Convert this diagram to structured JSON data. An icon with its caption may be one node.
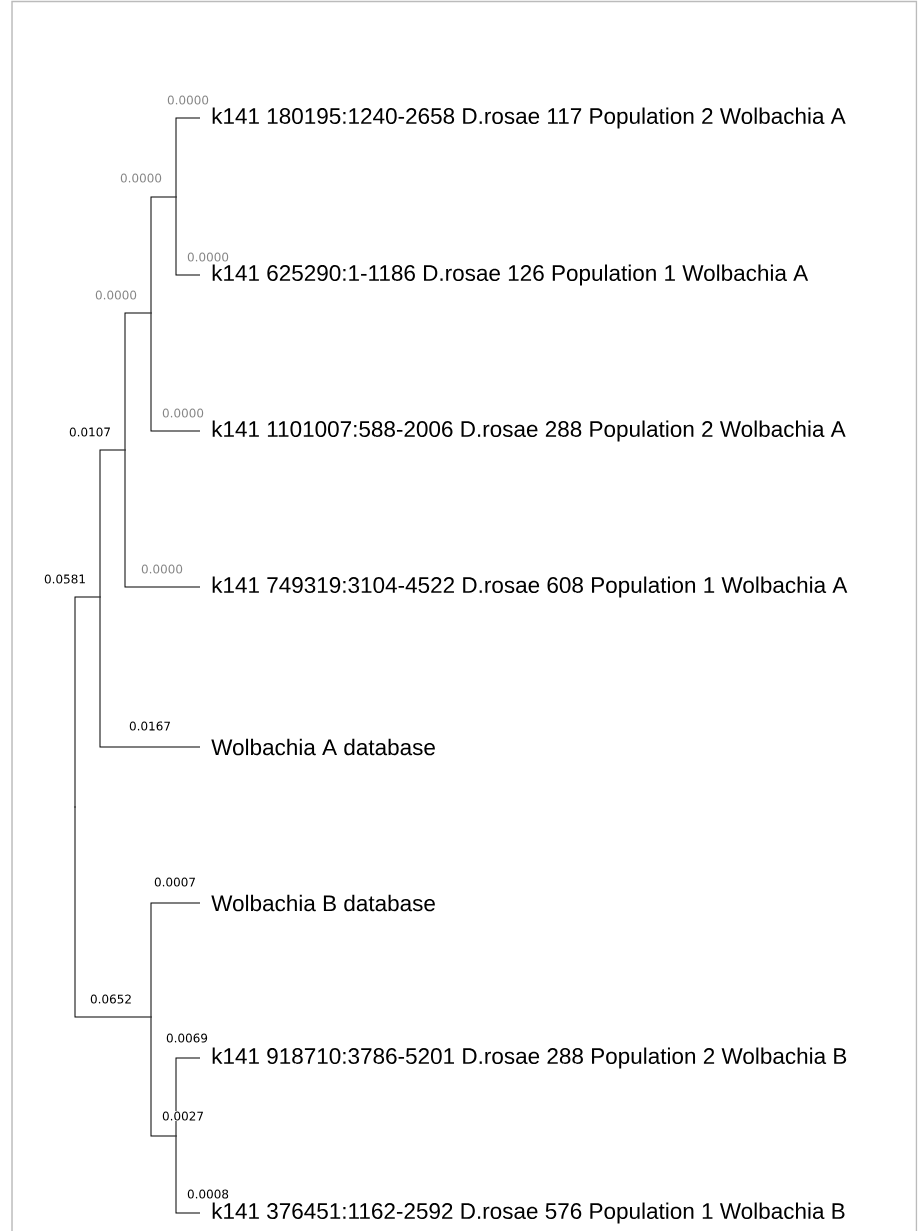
{
  "diagram": {
    "nodes": [
      {
        "text": [],
        "shape": "point"
      },
      {
        "text": [],
        "shape": "point"
      },
      {
        "text": [],
        "shape": "point"
      },
      {
        "text": [],
        "shape": "point"
      },
      {
        "text": [],
        "shape": "point"
      },
      {
        "text": [
          "k141 180195:1240-2658 D.rosae 117 Population 2 Wolbachia A"
        ]
      },
      {
        "text": [
          "k141 625290:1-1186 D.rosae 126 Population 1 Wolbachia A"
        ]
      },
      {
        "text": [
          "k141 1101007:588-2006 D.rosae 288 Population 2 Wolbachia A"
        ]
      },
      {
        "text": [
          "k141 749319:3104-4522 D.rosae 608 Population 1 Wolbachia A"
        ]
      },
      {
        "text": [
          "Wolbachia A database"
        ]
      },
      {
        "text": [],
        "shape": "point"
      },
      {
        "text": [
          "Wolbachia B database"
        ]
      },
      {
        "text": [],
        "shape": "point"
      },
      {
        "text": [
          "k141 918710:3786-5201 D.rosae 288 Population 2 Wolbachia B"
        ]
      },
      {
        "text": [
          "k141 376451:1162-2592 D.rosae 576 Population 1 Wolbachia B"
        ]
      }
    ],
    "edges": [
      {
        "from": 0,
        "to": 1,
        "arrow": "none",
        "label": "0.0581"
      },
      {
        "from": 1,
        "to": 2,
        "arrow": "none",
        "label": "0.0107"
      },
      {
        "from": 2,
        "to": 3,
        "arrow": "none",
        "label": "0.0000"
      },
      {
        "from": 3,
        "to": 4,
        "arrow": "none",
        "label": "0.0000"
      },
      {
        "from": 4,
        "to": 5,
        "arrow": "none",
        "label": "0.0000"
      },
      {
        "from": 4,
        "to": 6,
        "arrow": "none",
        "label": "0.0000"
      },
      {
        "from": 3,
        "to": 7,
        "arrow": "none",
        "label": "0.0000"
      },
      {
        "from": 2,
        "to": 8,
        "arrow": "none",
        "label": "0.0000"
      },
      {
        "from": 1,
        "to": 9,
        "arrow": "none",
        "label": "0.0167"
      },
      {
        "from": 0,
        "to": 10,
        "arrow": "none",
        "label": "0.0652"
      },
      {
        "from": 10,
        "to": 11,
        "arrow": "none",
        "label": "0.0007"
      },
      {
        "from": 10,
        "to": 12,
        "arrow": "none",
        "label": "0.0027"
      },
      {
        "from": 12,
        "to": 13,
        "arrow": "none",
        "label": "0.0069"
      },
      {
        "from": 12,
        "to": 14,
        "arrow": "none",
        "label": "0.0008"
      }
    ]
  }
}
